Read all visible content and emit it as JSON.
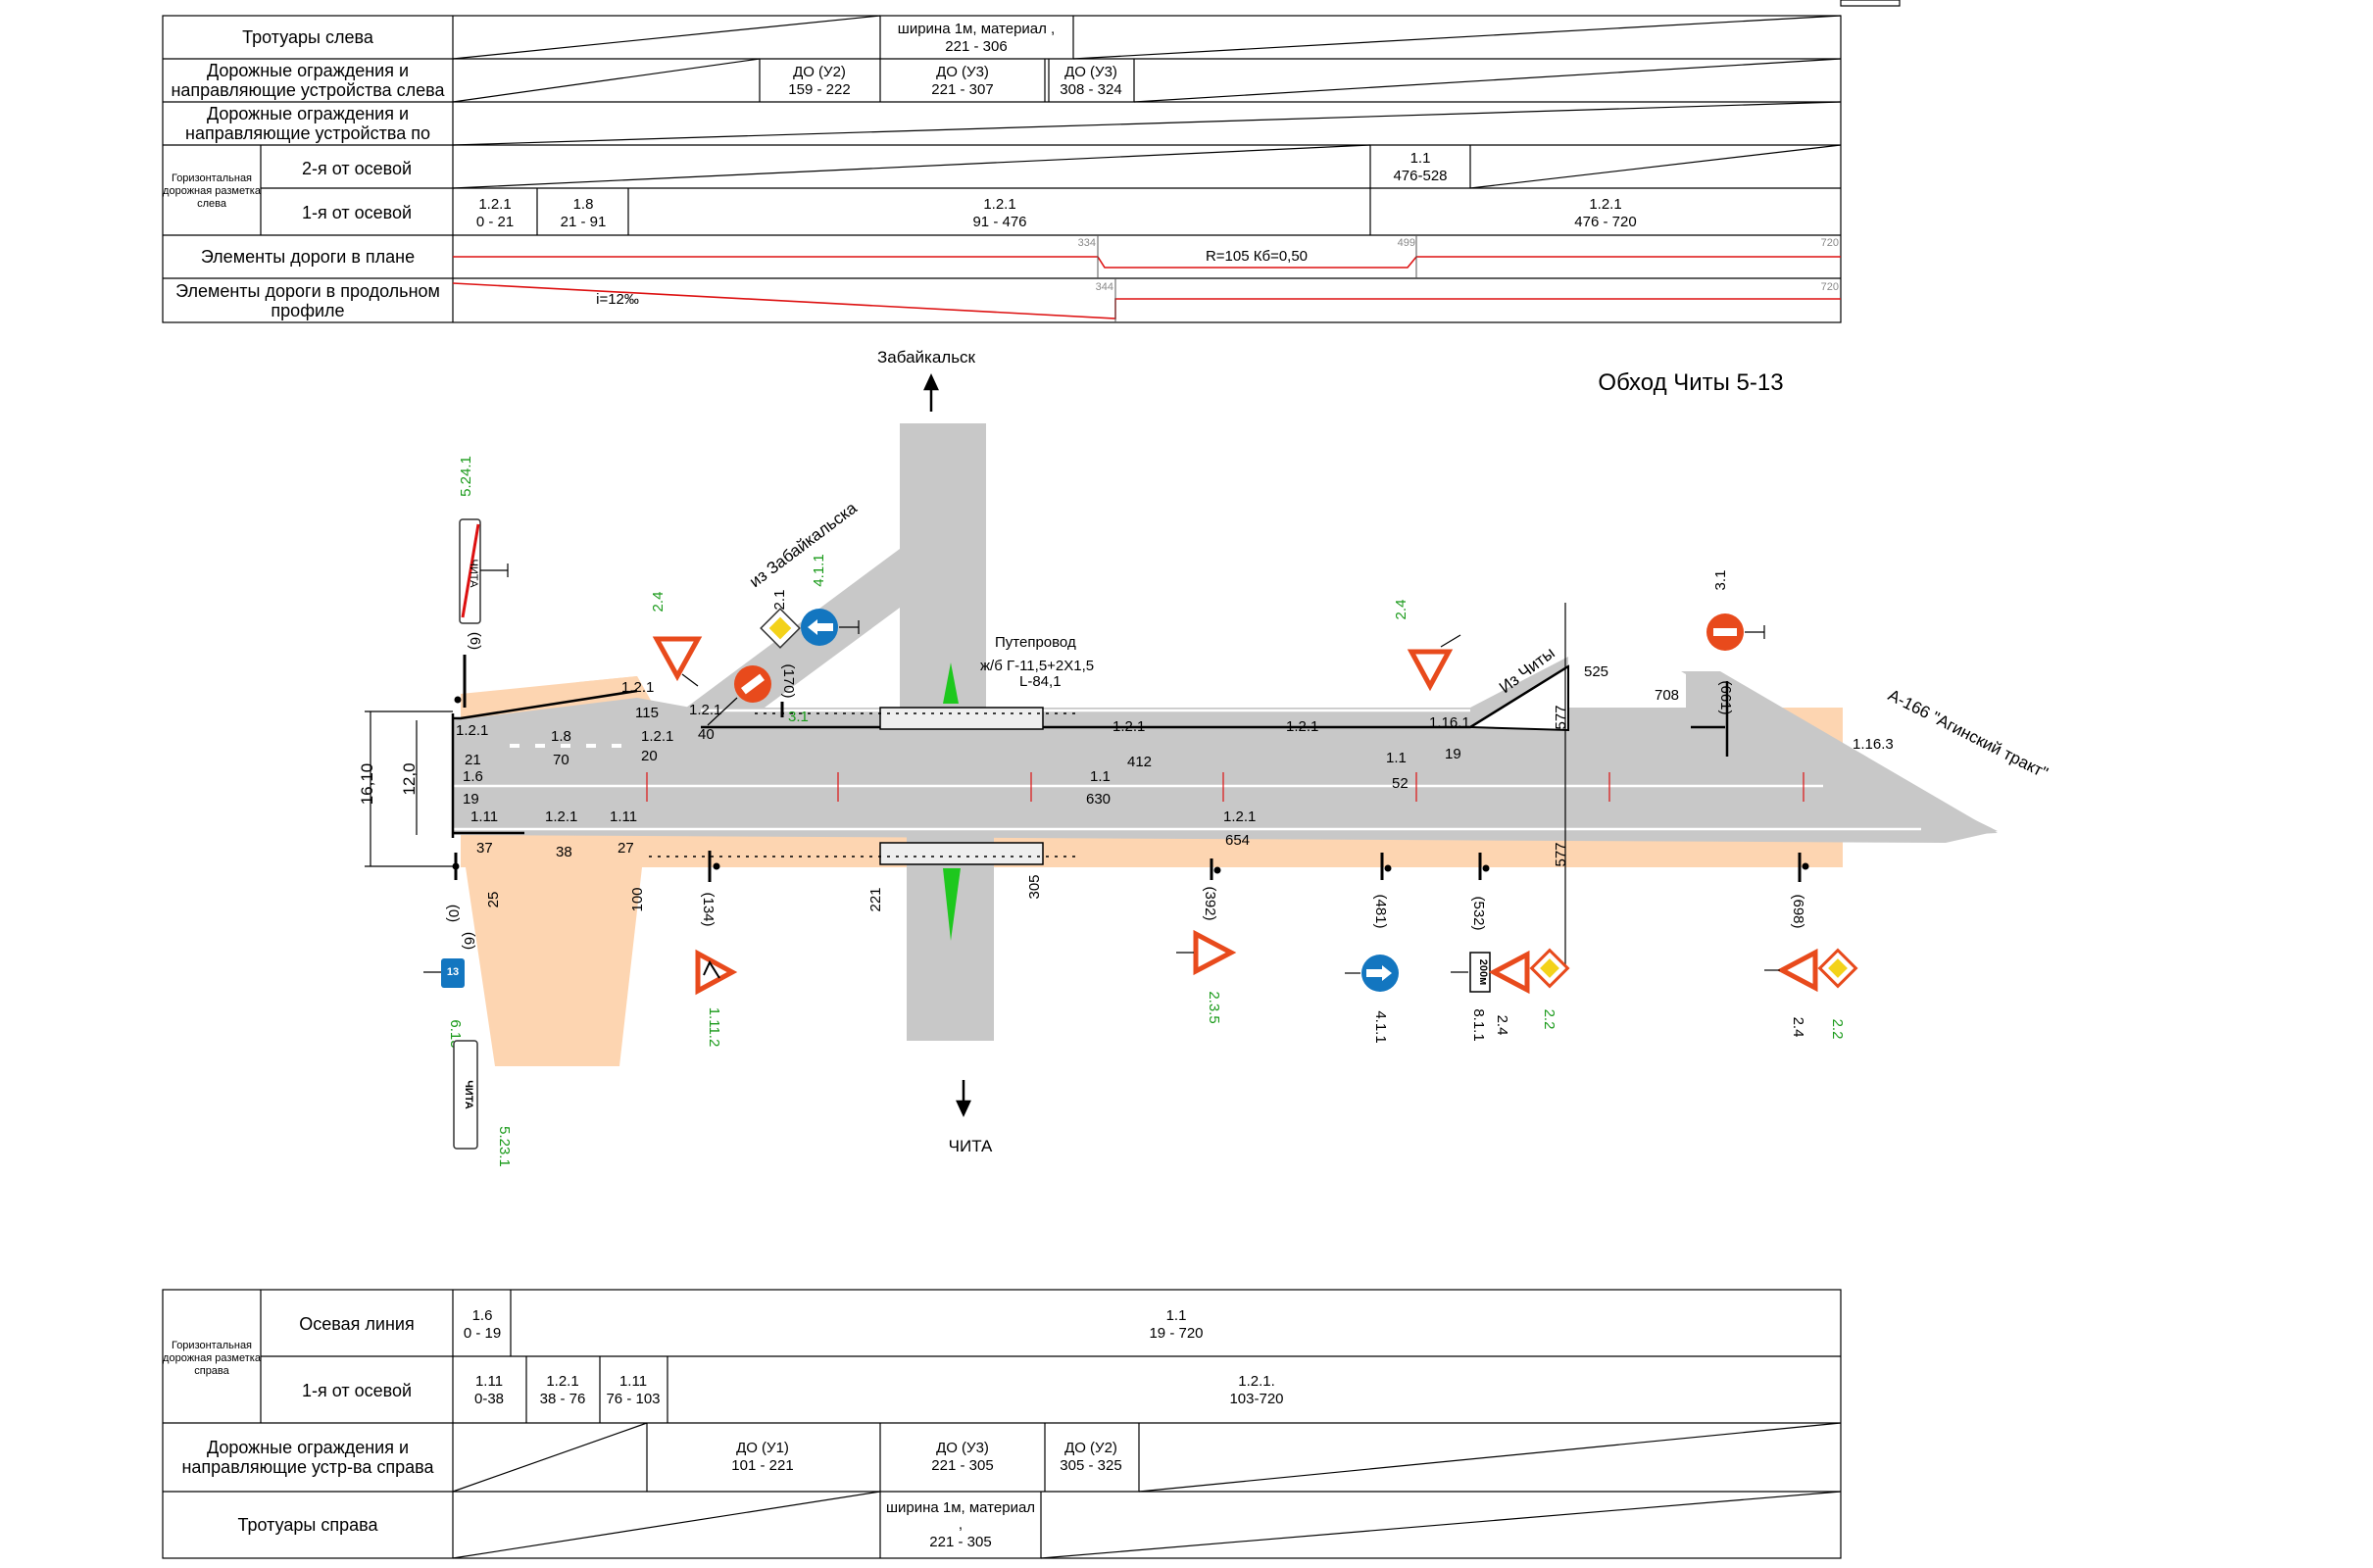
{
  "title": "Обход Читы 5-13",
  "top_table": {
    "rows": {
      "sidewalks_left": "Тротуары слева",
      "guards_left_1": "Дорожные ограждения и",
      "guards_left_2": "направляющие устройства слева",
      "guards_axis_1": "Дорожные ограждения и",
      "guards_axis_2": "направляющие устройства по",
      "hmark_left_1": "Горизонтальная",
      "hmark_left_2": "дорожная разметка",
      "hmark_left_3": "слева",
      "second_from_axis": "2-я от осевой",
      "first_from_axis": "1-я от осевой",
      "plan_elements": "Элементы дороги в плане",
      "profile_1": "Элементы дороги в продольном",
      "profile_2": "профиле"
    },
    "sidewalk_cell_1": "ширина 1м, материал ,",
    "sidewalk_cell_2": "221 - 306",
    "guards": [
      {
        "type": "ДО (У2)",
        "range": "159 - 222"
      },
      {
        "type": "ДО (У3)",
        "range": "221 - 307"
      },
      {
        "type": "ДО (У3)",
        "range": "308 - 324"
      }
    ],
    "second_marking": {
      "type": "1.1",
      "range": "476-528"
    },
    "first_marking": [
      {
        "type": "1.2.1",
        "range": "0 - 21"
      },
      {
        "type": "1.8",
        "range": "21 - 91"
      },
      {
        "type": "1.2.1",
        "range": "91 - 476"
      },
      {
        "type": "1.2.1",
        "range": "476 - 720"
      }
    ],
    "plan": {
      "pk1": "334",
      "pk2": "499",
      "pk3": "720",
      "curve": "R=105   Кб=0,50"
    },
    "profile": {
      "pk1": "344",
      "pk2": "720",
      "slope": "i=12‰"
    }
  },
  "bottom_table": {
    "rows": {
      "hmark_right_1": "Горизонтальная",
      "hmark_right_2": "дорожная разметка",
      "hmark_right_3": "справа",
      "axis_line": "Осевая линия",
      "first_from_axis": "1-я от осевой",
      "guards_right_1": "Дорожные ограждения и",
      "guards_right_2": "направляющие устр-ва справа",
      "sidewalks_right": "Тротуары справа"
    },
    "axis": [
      {
        "type": "1.6",
        "range": "0 - 19"
      },
      {
        "type": "1.1",
        "range": "19 - 720"
      }
    ],
    "first": [
      {
        "type": "1.11",
        "range": "0-38"
      },
      {
        "type": "1.2.1",
        "range": "38 - 76"
      },
      {
        "type": "1.11",
        "range": "76 - 103"
      },
      {
        "type": "1.2.1.",
        "range": "103-720"
      }
    ],
    "guards": [
      {
        "type": "ДО (У1)",
        "range": "101 - 221"
      },
      {
        "type": "ДО (У3)",
        "range": "221 - 305"
      },
      {
        "type": "ДО (У2)",
        "range": "305 - 325"
      }
    ],
    "sidewalk_1": "ширина 1м, материал",
    "sidewalk_2": ",",
    "sidewalk_3": "221 - 305"
  },
  "plan_labels": {
    "zabaikalsk": "Забайкальск",
    "chita": "ЧИТА",
    "iz_zabaikalska": "из Забайкальска",
    "iz_chity": "Из  Читы",
    "a166": "А-166  \"Агинский тракт\"",
    "overpass_1": "Путепровод",
    "overpass_2": "ж/б  Г-11,5+2Х1,5",
    "overpass_3": "L-84,1",
    "width_16": "16,10",
    "width_12": "12,0"
  },
  "markings": {
    "m_121_a": "1.2.1",
    "m_121_b": "1.2.1",
    "m_121_c": "1.2.1",
    "m_121_d": "1.2.1",
    "m_121_e": "1.2.1",
    "m_121_f": "1.2.1",
    "m_121_g": "1.2.1",
    "m_121_h": "1.2.1",
    "m_18": "1.8",
    "m_16": "1.6",
    "m_11_a": "1.1",
    "m_11_b": "1.1",
    "m_111_a": "1.11",
    "m_111_b": "1.11",
    "m_1161": "1.16.1",
    "m_1163": "1.16.3",
    "n21": "21",
    "n70": "70",
    "n20": "20",
    "n115": "115",
    "n40": "40",
    "n19a": "19",
    "n412": "412",
    "n630": "630",
    "n654": "654",
    "n19b": "19",
    "n52": "52",
    "n525": "525",
    "n708": "708",
    "n577a": "577",
    "n577b": "577",
    "n37": "37",
    "n38": "38",
    "n27": "27",
    "n25": "25",
    "n100": "100",
    "n221": "221",
    "n305": "305",
    "n31": "3.1"
  },
  "signs": {
    "s5241": "5.24.1",
    "s6": "(6)",
    "s0": "(0)",
    "s6b": "(6)",
    "s613": "6.13",
    "s13": "13",
    "s5231": "5.23.1",
    "s24a": "2.4",
    "s21": "2.1",
    "s411a": "4.1.1",
    "s170": "(170)",
    "s134": "(134)",
    "s1112": "1.11.2",
    "s392": "(392)",
    "s235": "2.3.5",
    "s24b": "2.4",
    "s481": "(481)",
    "s411b": "4.1.1",
    "s532": "(532)",
    "s200": "200м",
    "s811": "8.1.1",
    "s24c": "2.4",
    "s22a": "2.2",
    "s31": "3.1",
    "s661": "(661)",
    "s698": "(698)",
    "s24d": "2.4",
    "s22b": "2.2",
    "chita_sign": "ЧИТА",
    "chita_sign2": "ЧИТА"
  },
  "colors": {
    "road": "#c8c8c8",
    "shoulder": "#fdd5b1",
    "red": "#d11",
    "sign_red": "#e84a1c",
    "sign_blue": "#1376c0",
    "sign_yellow": "#f3d21a"
  }
}
